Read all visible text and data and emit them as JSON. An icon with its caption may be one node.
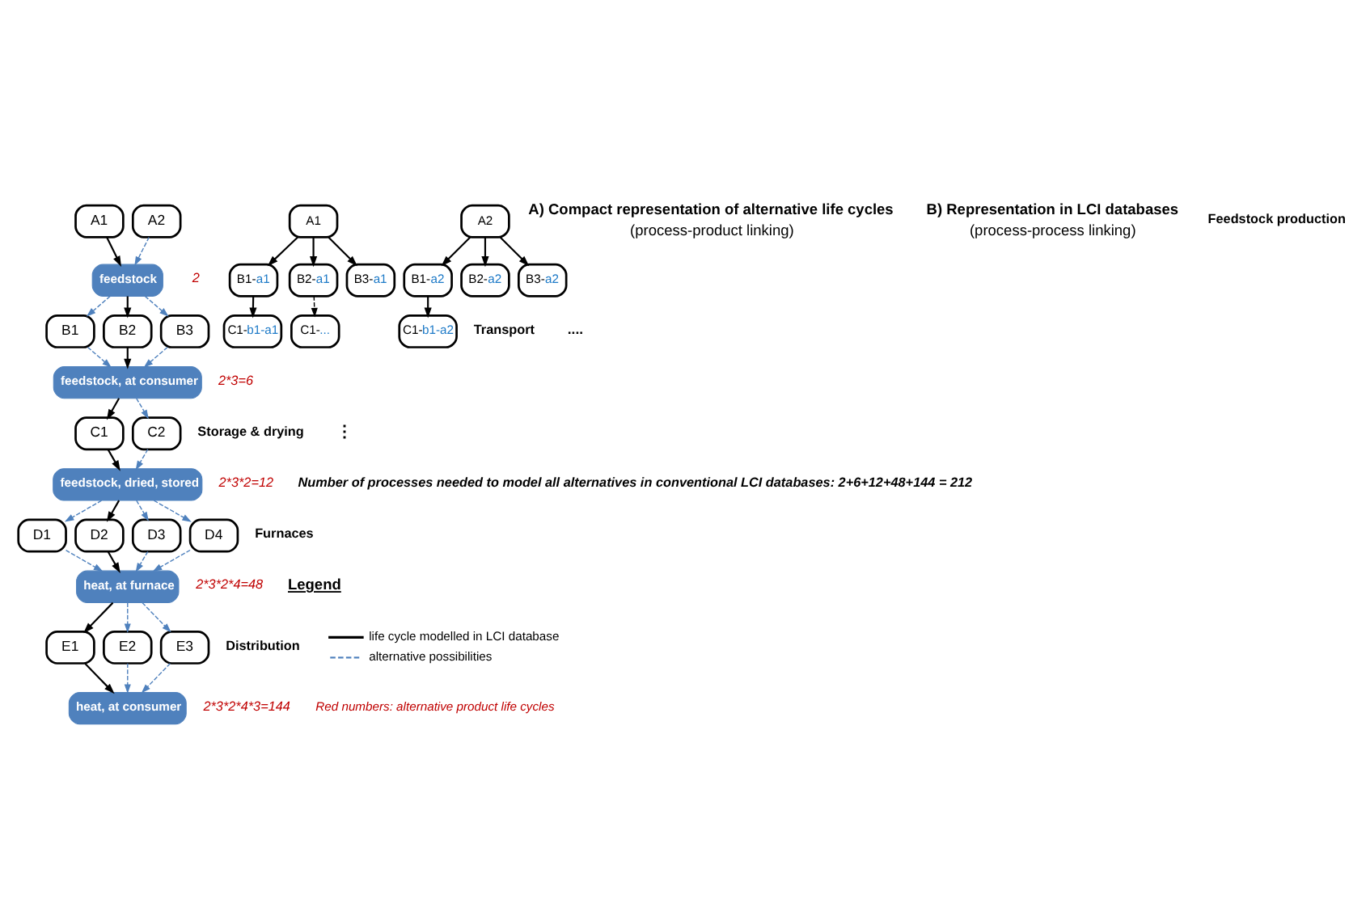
{
  "diagram": {
    "nodes": [
      {
        "text": [
          "A1"
        ]
      },
      {
        "text": [
          "A2"
        ]
      },
      {
        "text": [
          "feedstock"
        ],
        "beside": [
          "2"
        ]
      },
      {
        "text": [
          "B1"
        ]
      },
      {
        "text": [
          "B2"
        ]
      },
      {
        "text": [
          "B3"
        ]
      },
      {
        "text": [
          "feedstock, at consumer"
        ],
        "beside": [
          "2*3=6"
        ]
      },
      {
        "text": [
          "C1"
        ]
      },
      {
        "text": [
          "C2"
        ]
      },
      {
        "text": [
          "feedstock, dried, stored"
        ],
        "beside": [
          "2*3*2=12"
        ]
      },
      {
        "text": [
          "D1"
        ]
      },
      {
        "text": [
          "D2"
        ]
      },
      {
        "text": [
          "D3"
        ]
      },
      {
        "text": [
          "D4"
        ]
      },
      {
        "text": [
          "heat, at furnace"
        ],
        "beside": [
          "2*3*2*4=48"
        ]
      },
      {
        "text": [
          "E1"
        ]
      },
      {
        "text": [
          "E2"
        ]
      },
      {
        "text": [
          "E3"
        ]
      },
      {
        "text": [
          "heat, at consumer"
        ],
        "beside": [
          "2*3*2*4*3=144"
        ]
      },
      {
        "text": [
          "A1"
        ]
      },
      {
        "text": [
          "A2"
        ]
      },
      {
        "text": [
          "B1-a1"
        ]
      },
      {
        "text": [
          "B1-a2"
        ]
      },
      {
        "text": [
          "B2-a1"
        ]
      },
      {
        "text": [
          "B2-a2"
        ]
      },
      {
        "text": [
          "B3-a1"
        ]
      },
      {
        "text": [
          "B3-a2"
        ]
      },
      {
        "text": [
          "C1-b1-a1"
        ]
      },
      {
        "text": [
          "C1-b1-a2"
        ]
      },
      {
        "text": [
          "C1-..."
        ]
      }
    ],
    "edges": [
      {
        "from": 0,
        "to": 2,
        "arrow": "to"
      },
      {
        "from": 1,
        "to": 2,
        "arrow": "to",
        "style": "dashed",
        "color": "#4f81bd"
      },
      {
        "from": 2,
        "to": 3,
        "arrow": "to",
        "style": "dashed",
        "color": "#4f81bd"
      },
      {
        "from": 2,
        "to": 4,
        "arrow": "to"
      },
      {
        "from": 2,
        "to": 5,
        "arrow": "to",
        "style": "dashed",
        "color": "#4f81bd"
      },
      {
        "from": 3,
        "to": 6,
        "arrow": "to",
        "style": "dashed",
        "color": "#4f81bd"
      },
      {
        "from": 4,
        "to": 6,
        "arrow": "to"
      },
      {
        "from": 5,
        "to": 6,
        "arrow": "to",
        "style": "dashed",
        "color": "#4f81bd"
      },
      {
        "from": 6,
        "to": 7,
        "arrow": "to"
      },
      {
        "from": 6,
        "to": 8,
        "arrow": "to",
        "style": "dashed",
        "color": "#4f81bd"
      },
      {
        "from": 7,
        "to": 9,
        "arrow": "to"
      },
      {
        "from": 8,
        "to": 9,
        "arrow": "to",
        "style": "dashed",
        "color": "#4f81bd"
      },
      {
        "from": 9,
        "to": 10,
        "arrow": "to",
        "style": "dashed",
        "color": "#4f81bd"
      },
      {
        "from": 9,
        "to": 11,
        "arrow": "to"
      },
      {
        "from": 9,
        "to": 12,
        "arrow": "to",
        "style": "dashed",
        "color": "#4f81bd"
      },
      {
        "from": 9,
        "to": 13,
        "arrow": "to",
        "style": "dashed",
        "color": "#4f81bd"
      },
      {
        "from": 10,
        "to": 14,
        "arrow": "to",
        "style": "dashed",
        "color": "#4f81bd"
      },
      {
        "from": 11,
        "to": 14,
        "arrow": "to"
      },
      {
        "from": 12,
        "to": 14,
        "arrow": "to",
        "style": "dashed",
        "color": "#4f81bd"
      },
      {
        "from": 13,
        "to": 14,
        "arrow": "to",
        "style": "dashed",
        "color": "#4f81bd"
      },
      {
        "from": 14,
        "to": 15,
        "arrow": "to"
      },
      {
        "from": 14,
        "to": 16,
        "arrow": "to",
        "style": "dashed",
        "color": "#4f81bd"
      },
      {
        "from": 14,
        "to": 17,
        "arrow": "to",
        "style": "dashed",
        "color": "#4f81bd"
      },
      {
        "from": 15,
        "to": 18,
        "arrow": "to"
      },
      {
        "from": 16,
        "to": 18,
        "arrow": "to",
        "style": "dashed",
        "color": "#4f81bd"
      },
      {
        "from": 17,
        "to": 18,
        "arrow": "to",
        "style": "dashed",
        "color": "#4f81bd"
      },
      {
        "from": 19,
        "to": 21,
        "arrow": "to"
      },
      {
        "from": 19,
        "to": 23,
        "arrow": "to"
      },
      {
        "from": 19,
        "to": 25,
        "arrow": "to"
      },
      {
        "from": 20,
        "to": 22,
        "arrow": "to"
      },
      {
        "from": 20,
        "to": 24,
        "arrow": "to"
      },
      {
        "from": 20,
        "to": 26,
        "arrow": "to"
      },
      {
        "from": 21,
        "to": 27,
        "arrow": "to"
      },
      {
        "from": 22,
        "to": 28,
        "arrow": "to"
      },
      {
        "from": 23,
        "to": 29,
        "arrow": "to",
        "style": "dashed"
      }
    ],
    "labels": [
      "A) Compact representation of alternative life cycles",
      "(process-product linking)",
      "Feedstock production",
      "Transport",
      "Storage & drying",
      "Furnaces",
      "Distribution",
      "B) Representation in LCI databases",
      "(process-process linking)",
      "....",
      "⋮",
      "Number of processes needed to model all alternatives in conventional LCI databases: 2+6+12+48+144 = 212",
      "Legend",
      "Red numbers: alternative product life cycles"
    ],
    "legend": [
      {
        "text": "life cycle modelled in LCI database"
      },
      {
        "text": "alternative possibilities"
      }
    ]
  }
}
